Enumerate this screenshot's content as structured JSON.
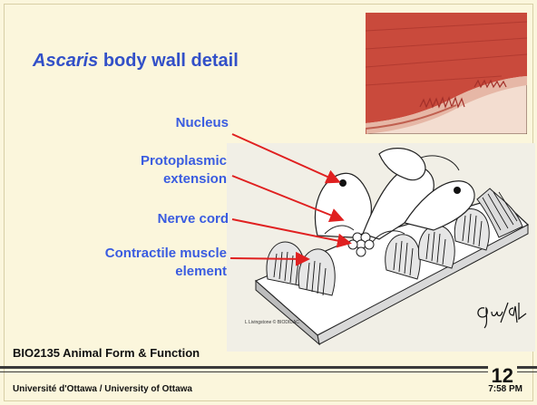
{
  "slide": {
    "title_italic": "Ascaris",
    "title_rest": " body wall detail",
    "labels": {
      "nucleus": "Nucleus",
      "protoplasmic_1": "Protoplasmic",
      "protoplasmic_2": "extension",
      "nerve_cord": "Nerve cord",
      "contractile_1": "Contractile muscle",
      "contractile_2": "element"
    },
    "image_credit": "L Livingstone © BIODIDAC",
    "signature": "Guy/94",
    "footer": {
      "course": "BIO2135 Animal Form & Function",
      "page_number": "12",
      "university": "Université d'Ottawa / University of Ottawa",
      "time": "7:58 PM"
    }
  },
  "colors": {
    "background": "#fbf6dc",
    "title": "#3250c8",
    "label": "#3a5ce0",
    "arrow": "#e02020"
  }
}
